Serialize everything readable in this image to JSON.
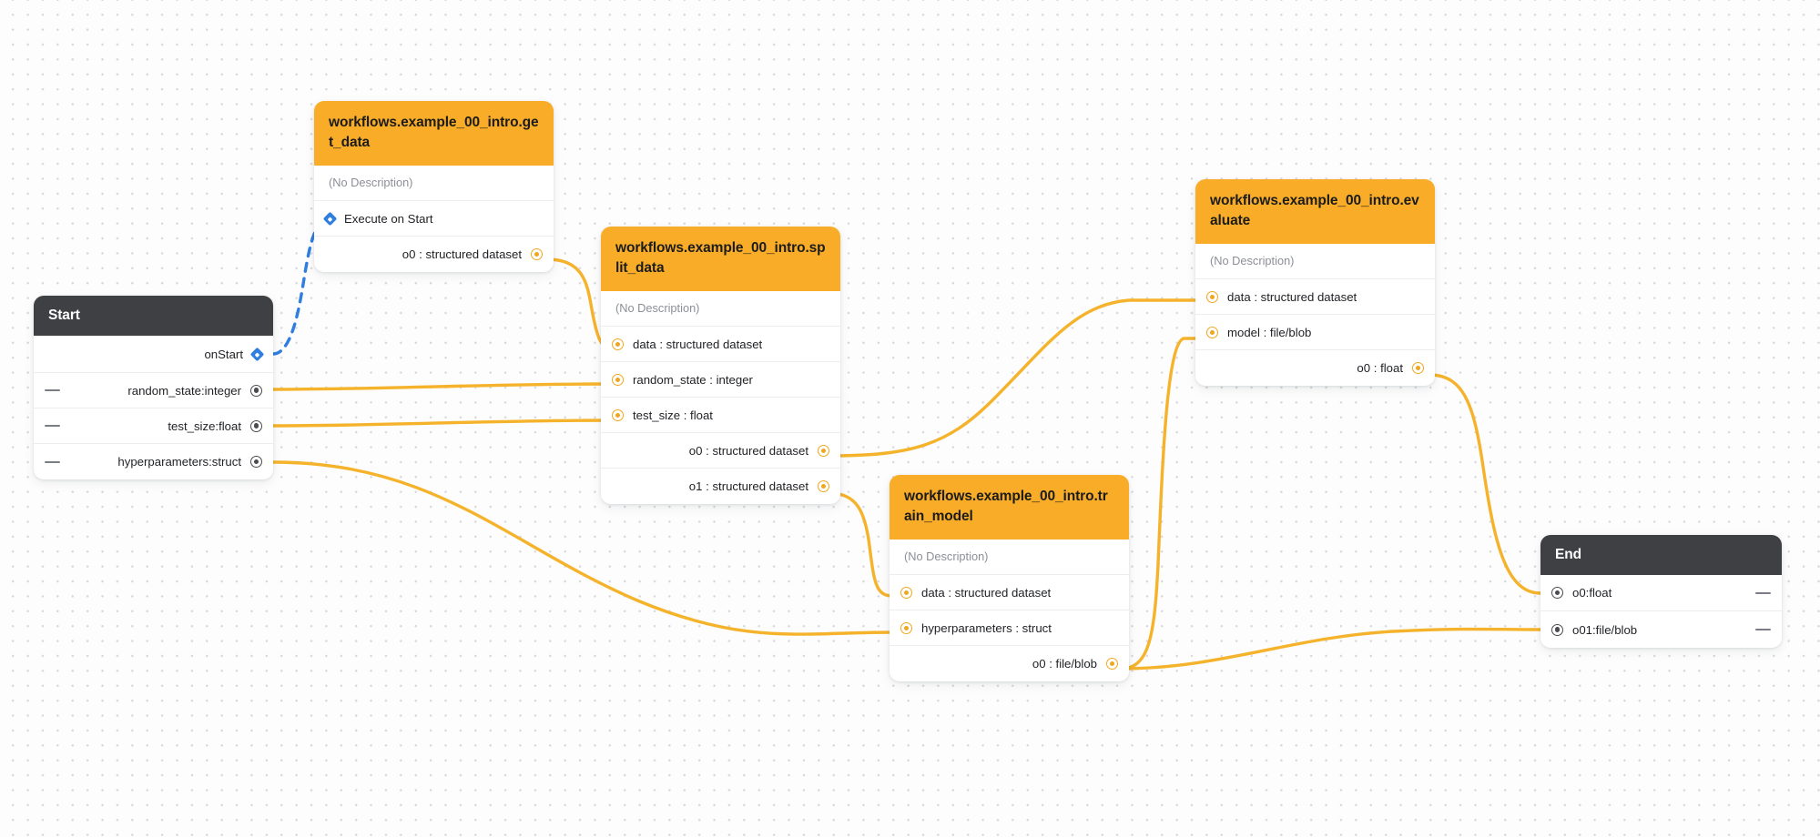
{
  "canvas": {
    "background_color": "#fdfdfd",
    "dot_color": "#d8d8dc",
    "accent_color": "#f8ac27",
    "edge_color": "#f5b32c",
    "exec_edge_color": "#2f7ee0",
    "terminal_header_color": "#3f4044"
  },
  "nodes": {
    "start": {
      "title": "Start",
      "rows": [
        {
          "label": "onStart",
          "align": "out",
          "port": "diamond"
        },
        {
          "label": "random_state:integer",
          "align": "out",
          "port": "dark",
          "lead": "dash"
        },
        {
          "label": "test_size:float",
          "align": "out",
          "port": "dark",
          "lead": "dash"
        },
        {
          "label": "hyperparameters:struct",
          "align": "out",
          "port": "dark",
          "lead": "dash"
        }
      ]
    },
    "get_data": {
      "title": "workflows.example_00_intro.get_data",
      "description": "(No Description)",
      "rows": [
        {
          "label": "Execute on Start",
          "align": "in",
          "port": "diamond"
        },
        {
          "label": "o0 : structured dataset",
          "align": "out",
          "port": "orange"
        }
      ]
    },
    "split_data": {
      "title": "workflows.example_00_intro.split_data",
      "description": "(No Description)",
      "rows": [
        {
          "label": "data : structured dataset",
          "align": "in",
          "port": "orange"
        },
        {
          "label": "random_state : integer",
          "align": "in",
          "port": "orange"
        },
        {
          "label": "test_size : float",
          "align": "in",
          "port": "orange"
        },
        {
          "label": "o0 : structured dataset",
          "align": "out",
          "port": "orange"
        },
        {
          "label": "o1 : structured dataset",
          "align": "out",
          "port": "orange"
        }
      ]
    },
    "evaluate": {
      "title": "workflows.example_00_intro.evaluate",
      "description": "(No Description)",
      "rows": [
        {
          "label": "data : structured dataset",
          "align": "in",
          "port": "orange"
        },
        {
          "label": "model : file/blob",
          "align": "in",
          "port": "orange"
        },
        {
          "label": "o0 : float",
          "align": "out",
          "port": "orange"
        }
      ]
    },
    "train_model": {
      "title": "workflows.example_00_intro.train_model",
      "description": "(No Description)",
      "rows": [
        {
          "label": "data : structured dataset",
          "align": "in",
          "port": "orange"
        },
        {
          "label": "hyperparameters : struct",
          "align": "in",
          "port": "orange"
        },
        {
          "label": "o0 : file/blob",
          "align": "out",
          "port": "orange"
        }
      ]
    },
    "end": {
      "title": "End",
      "rows": [
        {
          "label": "o0:float",
          "align": "in",
          "port": "dark",
          "trail": "dash"
        },
        {
          "label": "o01:file/blob",
          "align": "in",
          "port": "dark",
          "trail": "dash"
        }
      ]
    }
  },
  "edges": [
    {
      "from": "start.onStart",
      "to": "get_data.execute_on_start",
      "style": "dashed",
      "color": "#2f7ee0"
    },
    {
      "from": "get_data.o0",
      "to": "split_data.data",
      "style": "solid",
      "color": "#f5b32c"
    },
    {
      "from": "start.random_state",
      "to": "split_data.random_state",
      "style": "solid",
      "color": "#f5b32c"
    },
    {
      "from": "start.test_size",
      "to": "split_data.test_size",
      "style": "solid",
      "color": "#f5b32c"
    },
    {
      "from": "split_data.o0",
      "to": "evaluate.data",
      "style": "solid",
      "color": "#f5b32c"
    },
    {
      "from": "split_data.o1",
      "to": "train_model.data",
      "style": "solid",
      "color": "#f5b32c"
    },
    {
      "from": "start.hyperparameters",
      "to": "train_model.hyperparameters",
      "style": "solid",
      "color": "#f5b32c"
    },
    {
      "from": "train_model.o0",
      "to": "evaluate.model",
      "style": "solid",
      "color": "#f5b32c"
    },
    {
      "from": "evaluate.o0",
      "to": "end.o0",
      "style": "solid",
      "color": "#f5b32c"
    },
    {
      "from": "train_model.o0",
      "to": "end.o01",
      "style": "solid",
      "color": "#f5b32c"
    }
  ]
}
